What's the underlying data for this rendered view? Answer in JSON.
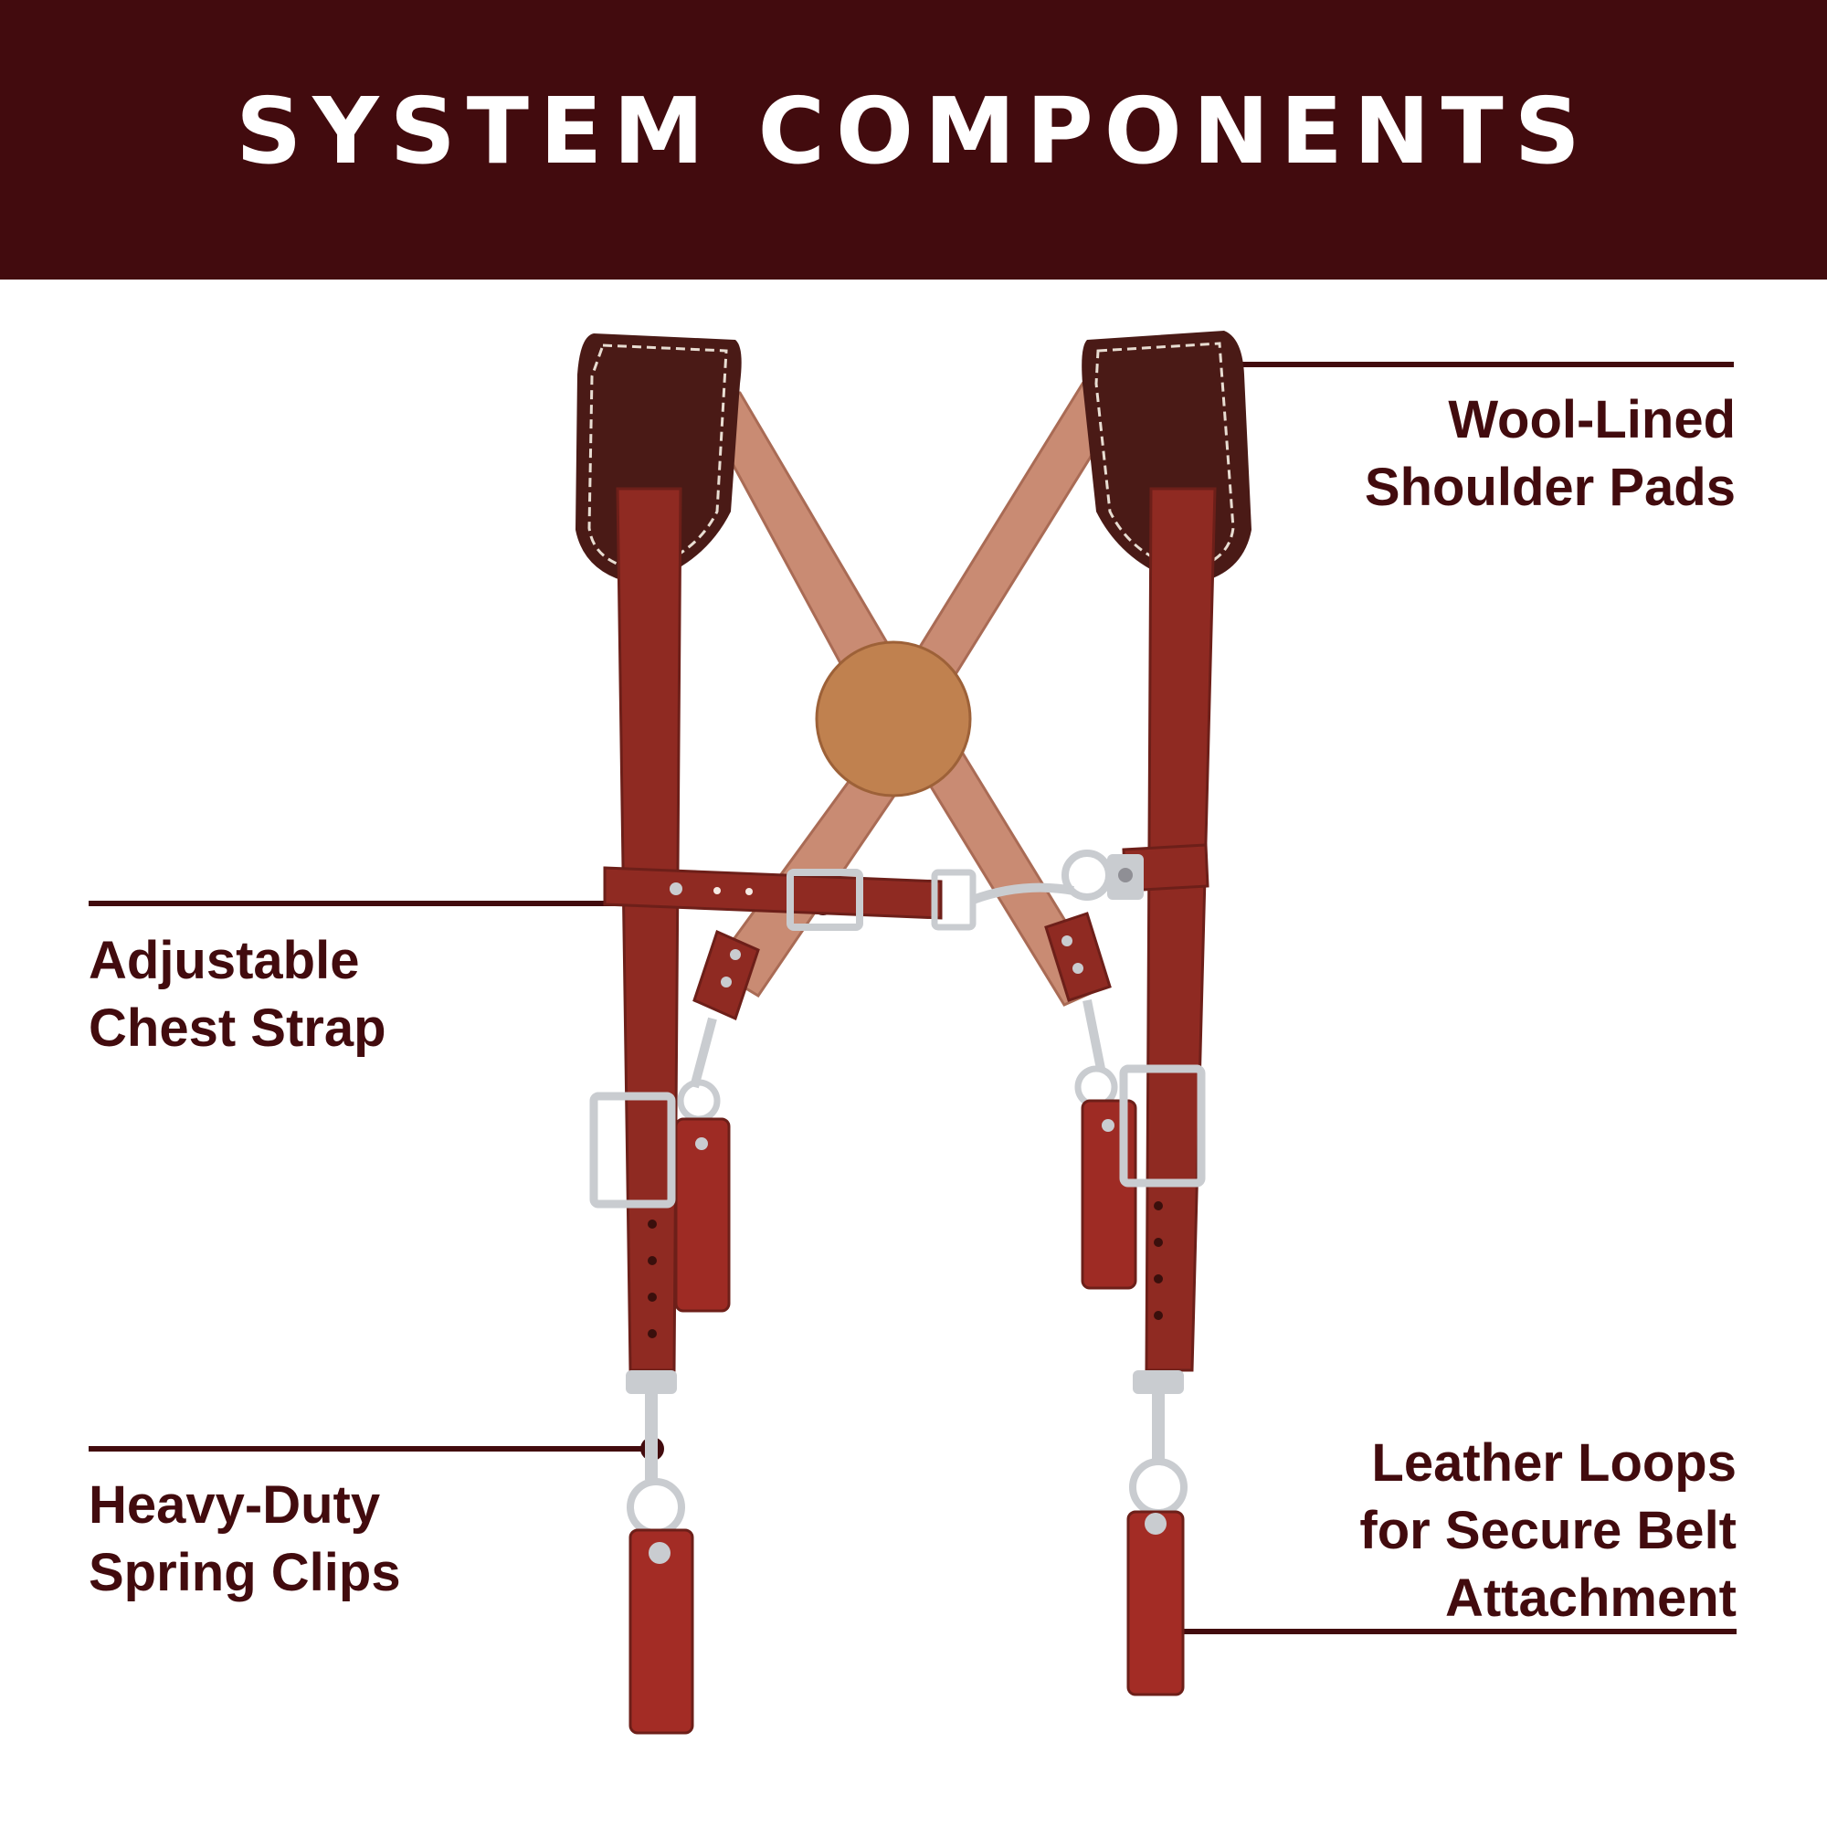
{
  "header": {
    "title": "SYSTEM COMPONENTS"
  },
  "callouts": {
    "shoulder_pads": {
      "line1": "Wool-Lined",
      "line2": "Shoulder Pads"
    },
    "chest_strap": {
      "line1": "Adjustable",
      "line2": "Chest Strap"
    },
    "spring_clips": {
      "line1": "Heavy-Duty",
      "line2": "Spring Clips"
    },
    "leather_loops": {
      "line1": "Leather Loops",
      "line2": "for Secure Belt",
      "line3": "Attachment"
    }
  },
  "colors": {
    "brand_dark": "#420b0e",
    "leather": "#8f2a22",
    "pad": "#4a1a16",
    "suede": "#c98b73",
    "metal": "#c9ccd0"
  }
}
